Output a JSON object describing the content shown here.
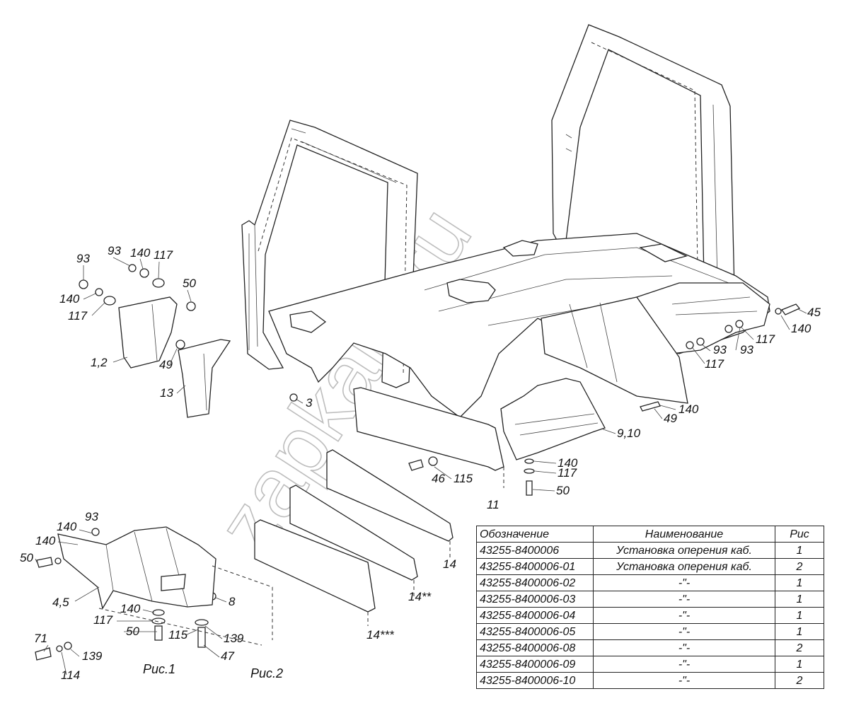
{
  "watermark": "zapkam.ru",
  "figure_captions": {
    "fig1": "Рис.1",
    "fig2": "Рис.2"
  },
  "callouts": {
    "c93a": "93",
    "c93b": "93",
    "c140a": "140",
    "c117a": "117",
    "c140b": "140",
    "c117b": "117",
    "c50a": "50",
    "c12": "1,2",
    "c49a": "49",
    "c13": "13",
    "c3": "3",
    "c45": "45",
    "c140c": "140",
    "c93c": "93",
    "c93d": "93",
    "c117c": "117",
    "c117d": "117",
    "c140d": "140",
    "c49b": "49",
    "c910": "9,10",
    "c140e": "140",
    "c117e": "117",
    "c50b": "50",
    "c46": "46",
    "c115a": "115",
    "c11": "11",
    "c14": "14",
    "c14s2": "14**",
    "c14s3": "14***",
    "c93e": "93",
    "c140f": "140",
    "c140g": "140",
    "c50c": "50",
    "c45b": "4,5",
    "c8": "8",
    "c140h": "140",
    "c117f": "117",
    "c50d": "50",
    "c115b": "115",
    "c139a": "139",
    "c47": "47",
    "c71": "71",
    "c139b": "139",
    "c114": "114"
  },
  "table": {
    "headers": {
      "designation": "Обозначение",
      "name": "Наименование",
      "fig": "Рис"
    },
    "rows": [
      {
        "designation": "43255-8400006",
        "name": "Установка оперения каб.",
        "fig": "1"
      },
      {
        "designation": "43255-8400006-01",
        "name": "Установка оперения каб.",
        "fig": "2"
      },
      {
        "designation": "43255-8400006-02",
        "name": "-\"-",
        "fig": "1"
      },
      {
        "designation": "43255-8400006-03",
        "name": "-\"-",
        "fig": "1"
      },
      {
        "designation": "43255-8400006-04",
        "name": "-\"-",
        "fig": "1"
      },
      {
        "designation": "43255-8400006-05",
        "name": "-\"-",
        "fig": "1"
      },
      {
        "designation": "43255-8400006-08",
        "name": "-\"-",
        "fig": "2"
      },
      {
        "designation": "43255-8400006-09",
        "name": "-\"-",
        "fig": "1"
      },
      {
        "designation": "43255-8400006-10",
        "name": "-\"-",
        "fig": "2"
      }
    ]
  }
}
